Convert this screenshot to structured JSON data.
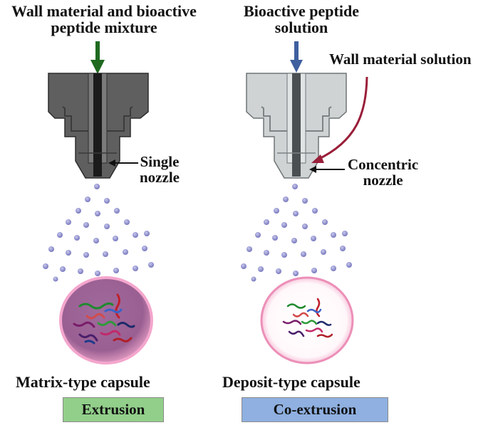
{
  "left_panel": {
    "input_label": "Wall material and bioactive\npeptide mixture",
    "nozzle_label": "Single\nnozzle",
    "capsule_label": "Matrix-type capsule",
    "method_label": "Extrusion"
  },
  "right_panel": {
    "input_label": "Bioactive peptide\nsolution",
    "wall_label": "Wall material solution",
    "nozzle_label": "Concentric\nnozzle",
    "capsule_label": "Deposit-type capsule",
    "method_label": "Co-extrusion"
  },
  "colors": {
    "extrusion_box": "#92cf8a",
    "coextrusion_box": "#8fb0e0",
    "single_nozzle": "#5f5f5f",
    "concentric_nozzle": "#cfd3d4",
    "green_arrow": "#1f6a1f",
    "blue_arrow": "#3f5f9f",
    "wall_arrow": "#9a1f3a",
    "matrix_capsule": "#a86a9a",
    "deposit_capsule_ring": "#f2b4cf"
  }
}
